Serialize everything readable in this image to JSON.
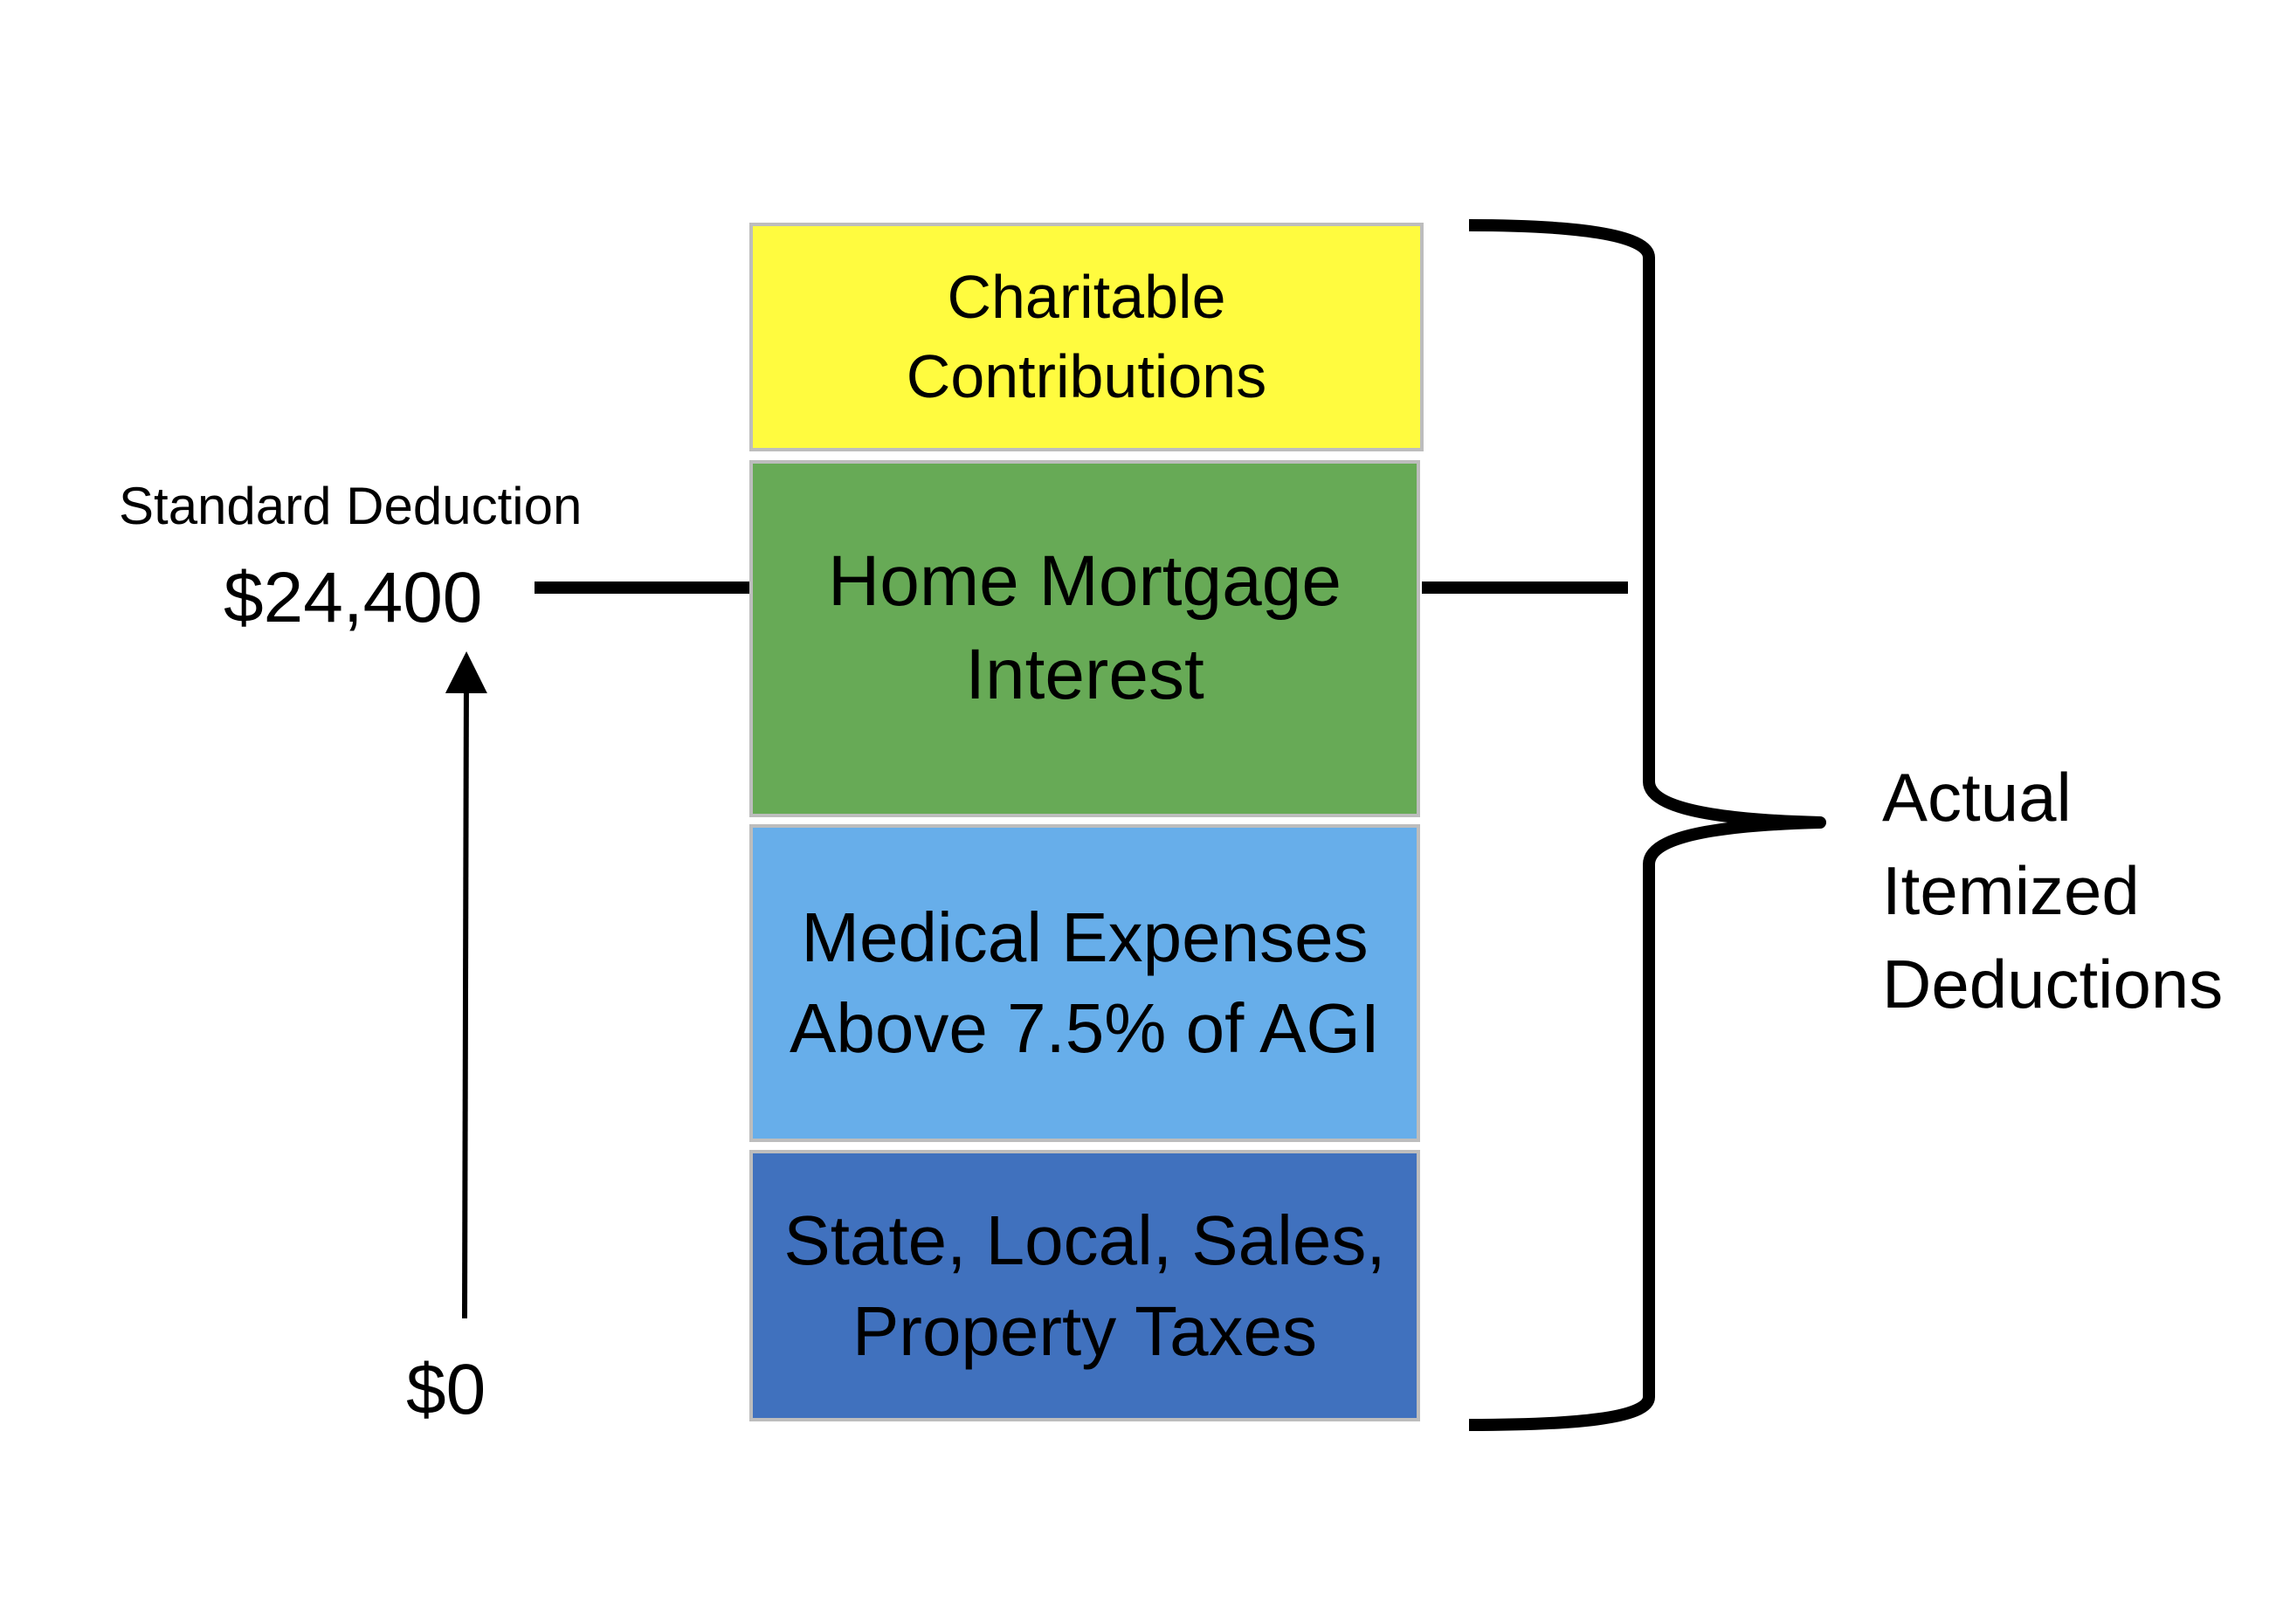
{
  "blocks": [
    {
      "id": "charitable",
      "lines": [
        "Charitable",
        "Contributions"
      ],
      "color": "#FFFB3F"
    },
    {
      "id": "mortgage",
      "lines": [
        "Home Mortgage",
        "Interest"
      ],
      "color": "#67AA56"
    },
    {
      "id": "medical",
      "lines": [
        "Medical Expenses",
        "Above 7.5% of AGI"
      ],
      "color": "#67AEEA"
    },
    {
      "id": "taxes",
      "lines": [
        "State, Local, Sales,",
        "Property Taxes"
      ],
      "color": "#4071BE"
    }
  ],
  "standard_deduction": {
    "label": "Standard Deduction",
    "amount": "$24,400"
  },
  "zero_label": "$0",
  "brace_label": [
    "Actual",
    "Itemized",
    "Deductions"
  ],
  "line_color": "#000000"
}
